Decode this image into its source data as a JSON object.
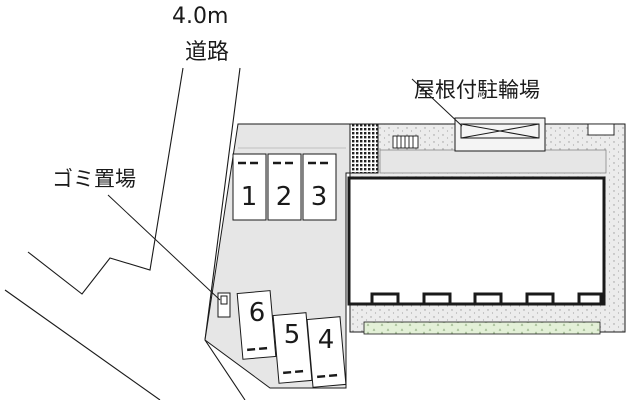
{
  "labels": {
    "road_width": "4.0m",
    "road": "道路",
    "garbage": "ゴミ置場",
    "bike_parking": "屋根付駐輪場"
  },
  "parking": {
    "space_1": "1",
    "space_2": "2",
    "space_3": "3",
    "space_4": "4",
    "space_5": "5",
    "space_6": "6"
  },
  "colors": {
    "line": "#1a1a1a",
    "paving": "#e6e6e6",
    "lawn": "#e3f0d7",
    "building_fill": "#ffffff"
  }
}
